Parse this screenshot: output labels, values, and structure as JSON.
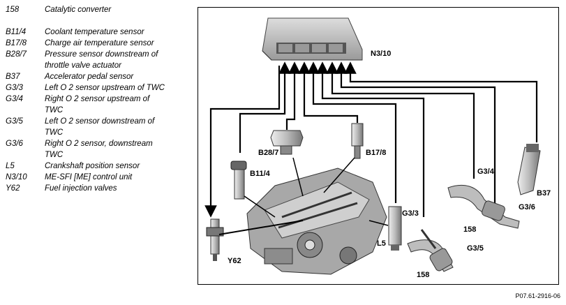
{
  "legend": [
    {
      "code": "158",
      "desc": "Catalytic converter"
    },
    {
      "code": "B11/4",
      "desc": "Coolant temperature sensor"
    },
    {
      "code": "B17/8",
      "desc": "Charge air temperature sensor"
    },
    {
      "code": "B28/7",
      "desc": "Pressure sensor downstream of throttle valve actuator"
    },
    {
      "code": "B37",
      "desc": "Accelerator pedal sensor"
    },
    {
      "code": "G3/3",
      "desc": "Left O 2 sensor upstream of TWC"
    },
    {
      "code": "G3/4",
      "desc": "Right O 2 sensor upstream of TWC"
    },
    {
      "code": "G3/5",
      "desc": "Left O 2 sensor downstream of TWC"
    },
    {
      "code": "G3/6",
      "desc": "Right O 2 sensor, downstream TWC"
    },
    {
      "code": "L5",
      "desc": "Crankshaft position sensor"
    },
    {
      "code": "N3/10",
      "desc": "ME-SFI [ME] control unit"
    },
    {
      "code": "Y62",
      "desc": "Fuel injection valves"
    }
  ],
  "labels": {
    "n3_10": "N3/10",
    "b28_7": "B28/7",
    "b17_8": "B17/8",
    "b11_4": "B11/4",
    "g3_4": "G3/4",
    "b37": "B37",
    "g3_6": "G3/6",
    "cat_right": "158",
    "g3_3": "G3/3",
    "l5": "L5",
    "g3_5": "G3/5",
    "cat_left": "158",
    "y62": "Y62"
  },
  "reference": "P07.61-2916-06"
}
